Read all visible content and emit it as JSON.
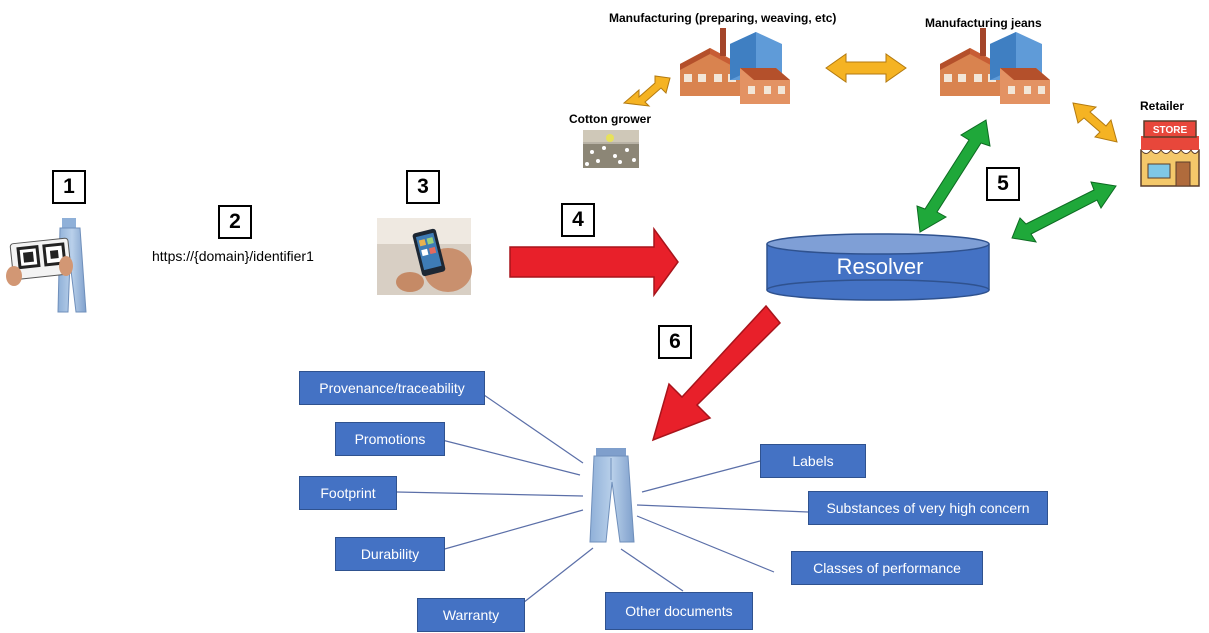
{
  "steps": [
    "1",
    "2",
    "3",
    "4",
    "5",
    "6"
  ],
  "url_text": "https://{domain}/identifier1",
  "actors": {
    "cotton_grower": "Cotton grower",
    "manufacturing_prep": "Manufacturing (preparing, weaving, etc)",
    "manufacturing_jeans": "Manufacturing jeans",
    "retailer": "Retailer",
    "store_sign": "STORE"
  },
  "resolver_label": "Resolver",
  "info_boxes": {
    "provenance": "Provenance/traceability",
    "promotions": "Promotions",
    "footprint": "Footprint",
    "durability": "Durability",
    "warranty": "Warranty",
    "other_documents": "Other documents",
    "labels": "Labels",
    "svhc": "Substances of very high concern",
    "performance": "Classes of performance"
  },
  "colors": {
    "box_fill": "#4472c4",
    "red_arrow": "#e8202a",
    "green_arrow": "#1fa83a",
    "orange_arrow": "#f5b323"
  }
}
